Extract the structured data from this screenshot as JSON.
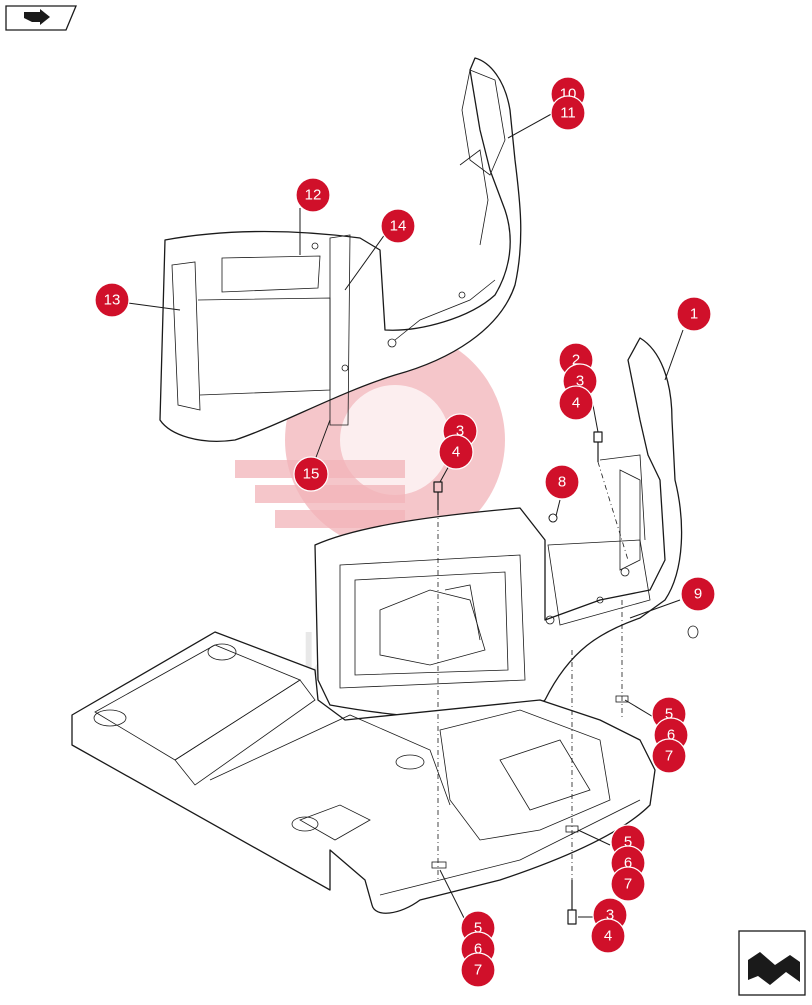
{
  "diagram": {
    "callouts": [
      {
        "label": "10",
        "id": "c10"
      },
      {
        "label": "11",
        "id": "c11"
      },
      {
        "label": "12",
        "id": "c12"
      },
      {
        "label": "14",
        "id": "c14"
      },
      {
        "label": "13",
        "id": "c13"
      },
      {
        "label": "1",
        "id": "c1"
      },
      {
        "label": "2",
        "id": "c2a"
      },
      {
        "label": "3",
        "id": "c3a"
      },
      {
        "label": "4",
        "id": "c4a"
      },
      {
        "label": "3",
        "id": "c3b"
      },
      {
        "label": "4",
        "id": "c4b"
      },
      {
        "label": "15",
        "id": "c15"
      },
      {
        "label": "8",
        "id": "c8"
      },
      {
        "label": "9",
        "id": "c9"
      },
      {
        "label": "5",
        "id": "c5a"
      },
      {
        "label": "6",
        "id": "c6a"
      },
      {
        "label": "7",
        "id": "c7a"
      },
      {
        "label": "5",
        "id": "c5b"
      },
      {
        "label": "6",
        "id": "c6b"
      },
      {
        "label": "7",
        "id": "c7b"
      },
      {
        "label": "3",
        "id": "c3c"
      },
      {
        "label": "4",
        "id": "c4c"
      },
      {
        "label": "5",
        "id": "c5c"
      },
      {
        "label": "6",
        "id": "c6c"
      },
      {
        "label": "7",
        "id": "c7c"
      }
    ]
  },
  "watermark": {
    "color": "#f2b3b8"
  },
  "colors": {
    "callout": "#d0102a",
    "line": "#1a1a1a"
  }
}
